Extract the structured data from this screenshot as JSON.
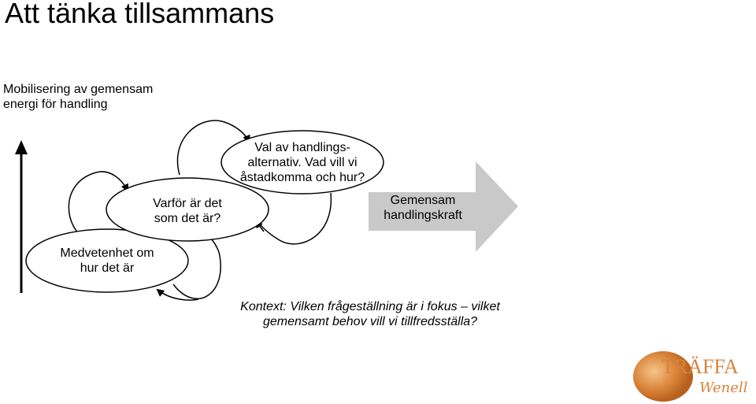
{
  "title": "Att tänka tillsammans",
  "subtitle": {
    "line1": "Mobilisering av gemensam",
    "line2": "energi för handling"
  },
  "nodes": {
    "awareness": {
      "line1": "Medvetenhet om",
      "line2": "hur det är"
    },
    "why": {
      "line1": "Varför är det",
      "line2": "som det är?"
    },
    "choice": {
      "line1": "Val av handlings-",
      "line2": "alternativ. Vad vill vi",
      "line3": "åstadkomma och hur?"
    },
    "result": {
      "line1": "Gemensam",
      "line2": "handlingskraft"
    }
  },
  "context": {
    "line1": "Kontext: Vilken frågeställning är i fokus – vilket",
    "line2": "gemensamt behov vill vi tillfredsställa?"
  },
  "logo": {
    "word": "TRÄFFA",
    "script": "Wenell"
  },
  "colors": {
    "arrow_fill": "#c9c9c9",
    "logo_orange": "#d9843a"
  }
}
